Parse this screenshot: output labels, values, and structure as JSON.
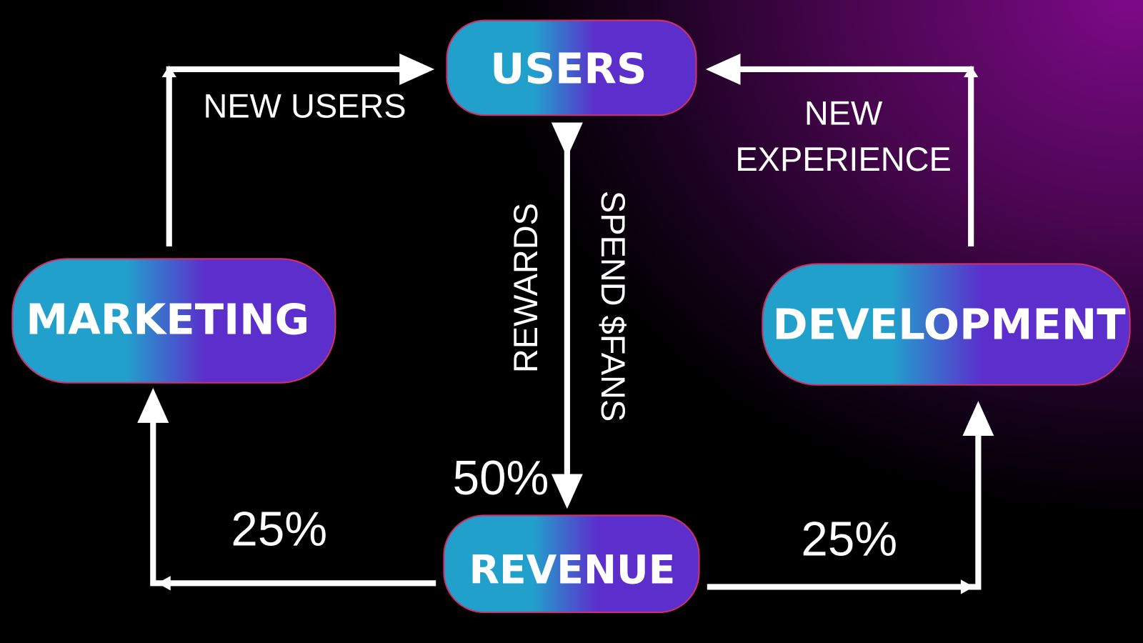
{
  "colors": {
    "node_gradient_start": "#22a0cc",
    "node_gradient_end": "#5c2ecc",
    "node_border": "#d0306a",
    "arrow": "#ffffff",
    "background_glow": "#7c0a88"
  },
  "nodes": {
    "users": "USERS",
    "marketing": "MARKETING",
    "development": "DEVELOPMENT",
    "revenue": "REVENUE"
  },
  "edges": {
    "marketing_to_users": "NEW USERS",
    "development_to_users_line1": "NEW",
    "development_to_users_line2": "EXPERIENCE",
    "users_rewards": "REWARDS",
    "spend_fans": "SPEND $FANS",
    "revenue_to_users_share": "50%",
    "revenue_to_marketing_share": "25%",
    "revenue_to_development_share": "25%"
  }
}
